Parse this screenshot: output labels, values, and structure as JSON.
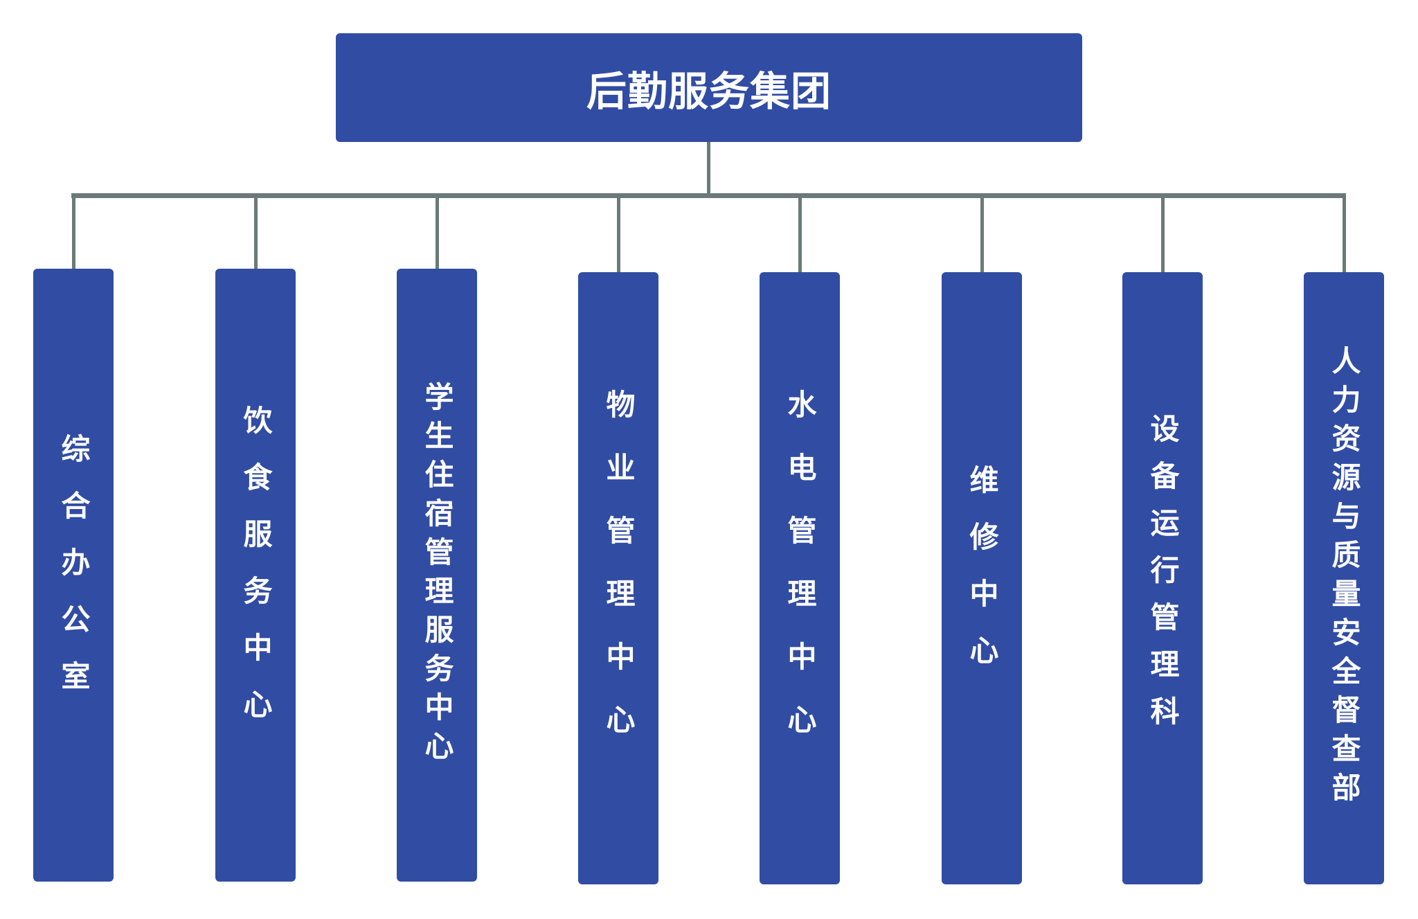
{
  "root": {
    "label": "后勤服务集团"
  },
  "departments": [
    {
      "label": "综合办公室"
    },
    {
      "label": "饮食服务中心"
    },
    {
      "label": "学生住宿管理服务中心"
    },
    {
      "label": "物业管理中心"
    },
    {
      "label": "水电管理中心"
    },
    {
      "label": "维修中心"
    },
    {
      "label": "设备运行管理科"
    },
    {
      "label": "人力资源与质量安全督查部"
    }
  ],
  "colors": {
    "box": "#314ca3",
    "connector": "#6b7a78",
    "text": "#ffffff"
  }
}
